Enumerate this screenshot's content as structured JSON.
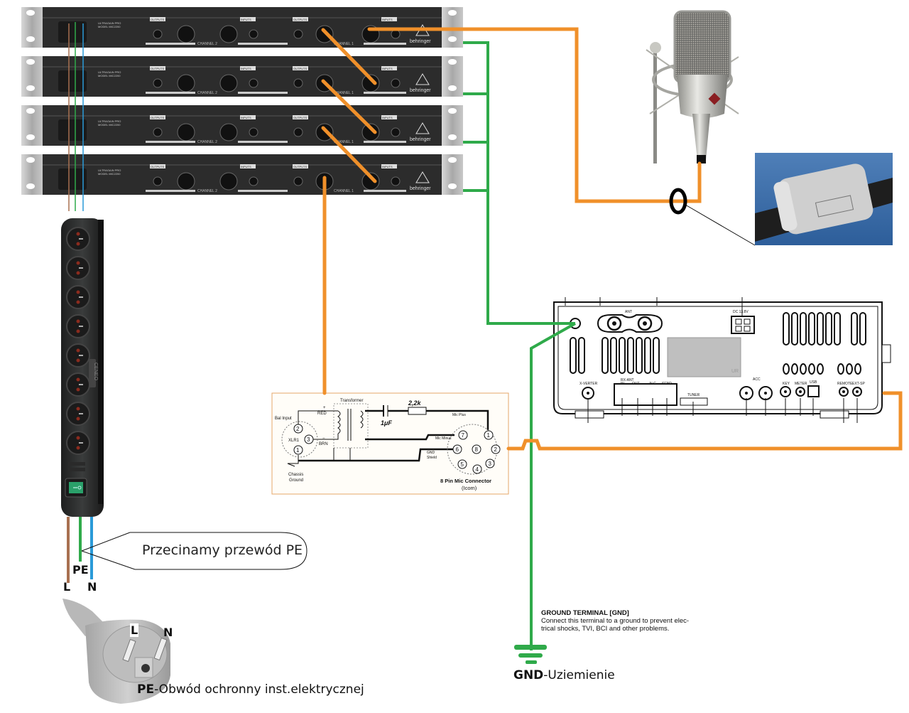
{
  "diagram": {
    "title": "Microphone grounding wiring diagram",
    "colors": {
      "audio_cable": "#f0902a",
      "ground_wire": "#2faa4a",
      "live_wire": "#a87050",
      "neutral_wire": "#2a9ad8",
      "rack_panel": "#2c2c2c",
      "rack_ear": "#b0b0b0",
      "background": "#ffffff"
    },
    "rack_units": [
      {
        "brand": "behringer",
        "model_line1": "ULTRAGAIN PRO",
        "model_line2": "MODEL MIC2200",
        "ch2": "CHANNEL 2",
        "ch1": "CHANNEL 1",
        "outputs": "OUTPUTS",
        "inputs": "INPUTS"
      },
      {
        "brand": "behringer",
        "model_line1": "ULTRAGAIN PRO",
        "model_line2": "MODEL MIC2200",
        "ch2": "CHANNEL 2",
        "ch1": "CHANNEL 1",
        "outputs": "OUTPUTS",
        "inputs": "INPUTS"
      },
      {
        "brand": "behringer",
        "model_line1": "ULTRAGAIN PRO",
        "model_line2": "MODEL MIC2200",
        "ch2": "CHANNEL 2",
        "ch1": "CHANNEL 1",
        "outputs": "OUTPUTS",
        "inputs": "INPUTS"
      },
      {
        "brand": "behringer",
        "model_line1": "ULTRAGAIN PRO",
        "model_line2": "MODEL MIC2200",
        "ch2": "CHANNEL 2",
        "ch1": "CHANNEL 1",
        "outputs": "OUTPUTS",
        "inputs": "INPUTS"
      }
    ],
    "power_strip": {
      "brand": "CENEO",
      "socket_count": 8,
      "switch_color": "#2aa06a"
    },
    "callout": {
      "text": "Przecinamy przewód PE"
    },
    "wire_labels": {
      "pe": "PE",
      "l": "L",
      "n": "N"
    },
    "plug_labels": {
      "l": "L",
      "n": "N",
      "pe_bold": "PE",
      "pe_rest": "-Obwód ochronny inst.elektrycznej"
    },
    "schematic": {
      "transformer": "Transformer",
      "capacitor_value": "1μF",
      "resistor_value": "2,2k",
      "bal_input": "Bal Input",
      "xlr": "XLR1",
      "red": "RED",
      "brn": "BRN",
      "plus": "+",
      "minus": "−",
      "mic_plus": "Mic Plus",
      "mic_minus": "Mic Minus",
      "gnd_shield_1": "GND",
      "gnd_shield_2": "Shield",
      "chassis_1": "Chassis",
      "chassis_2": "Ground",
      "connector_title": "8 Pin Mic Connector",
      "connector_sub": "(Icom)",
      "xlr_pins": [
        "2",
        "3",
        "1"
      ],
      "mic_pins": [
        "1",
        "2",
        "3",
        "4",
        "5",
        "6",
        "7",
        "8"
      ]
    },
    "transceiver": {
      "labels": {
        "ant": "ANT",
        "ant1": "1",
        "ant2": "2",
        "dc": "DC 13.8V",
        "xverter": "X-VERTER",
        "rxant": "RX-ANT",
        "in": "IN",
        "out": "OUT",
        "alc": "ALC",
        "send": "SEND",
        "tuner": "TUNER",
        "acc": "ACC",
        "acc1": "1",
        "acc2": "2",
        "key": "KEY",
        "meter": "METER",
        "usb": "USB",
        "remote": "REMOTE",
        "extsp": "EXT-SP",
        "ur": "UR"
      }
    },
    "ground_note": {
      "title": "GROUND TERMINAL [GND]",
      "line1": "Connect this terminal to a ground to prevent elec-",
      "line2": "trical shocks, TVI, BCI and other problems."
    },
    "ground_caption": {
      "bold": "GND",
      "rest": "-Uziemienie"
    }
  }
}
